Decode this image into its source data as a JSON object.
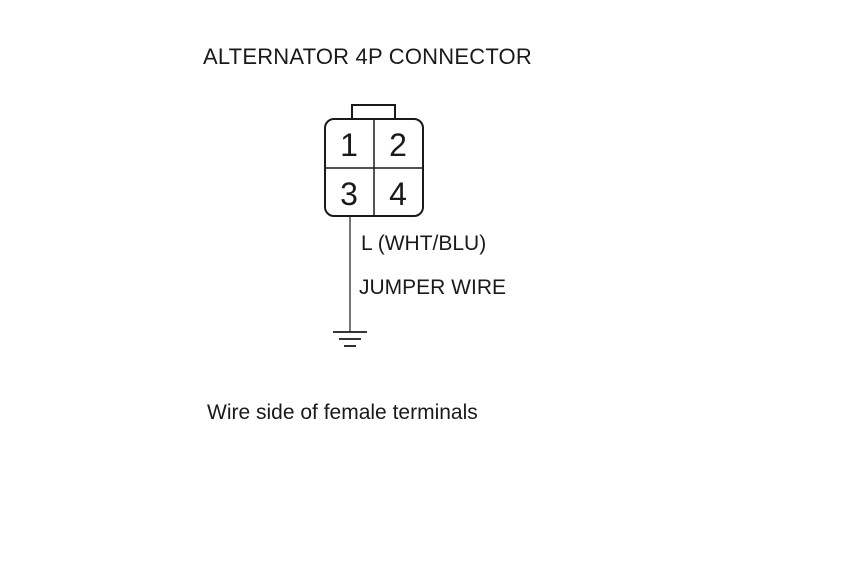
{
  "title": "ALTERNATOR 4P CONNECTOR",
  "connector": {
    "pins": [
      "1",
      "2",
      "3",
      "4"
    ]
  },
  "wire": {
    "label": "L (WHT/BLU)",
    "jumper_label": "JUMPER WIRE"
  },
  "footnote": "Wire side of female terminals",
  "colors": {
    "line": "#1a1a1a",
    "background": "#ffffff"
  }
}
